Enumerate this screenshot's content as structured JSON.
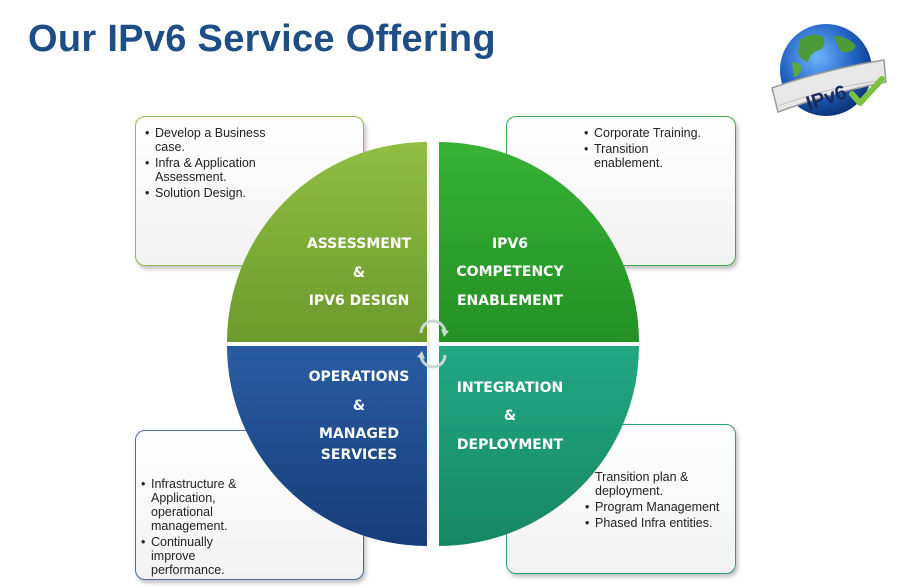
{
  "title": "Our IPv6 Service Offering",
  "logo": {
    "text": "IPv6",
    "icon": "globe-checkmark-icon"
  },
  "quadrants": {
    "top_left": {
      "lines": [
        "ASSESSMENT",
        "&",
        "IPV6 DESIGN"
      ],
      "color": "#7faa3a"
    },
    "top_right": {
      "lines": [
        "IPV6",
        "COMPETENCY",
        "ENABLEMENT"
      ],
      "color": "#2e9e2e"
    },
    "bottom_left": {
      "lines": [
        "OPERATIONS",
        "&",
        "MANAGED",
        "SERVICES"
      ],
      "color": "#1e4f8f"
    },
    "bottom_right": {
      "lines": [
        "INTEGRATION",
        "&",
        "DEPLOYMENT"
      ],
      "color": "#1f9a74"
    }
  },
  "boxes": {
    "top_left": [
      "Develop a Business case.",
      "Infra  & Application Assessment.",
      "Solution Design."
    ],
    "top_right": [
      "Corporate Training.",
      "Transition enablement."
    ],
    "bottom_left": [
      "Infrastructure & Application, operational management.",
      "Continually improve performance."
    ],
    "bottom_right": [
      "Transition plan & deployment.",
      "Program Management",
      "Phased Infra entities."
    ]
  }
}
